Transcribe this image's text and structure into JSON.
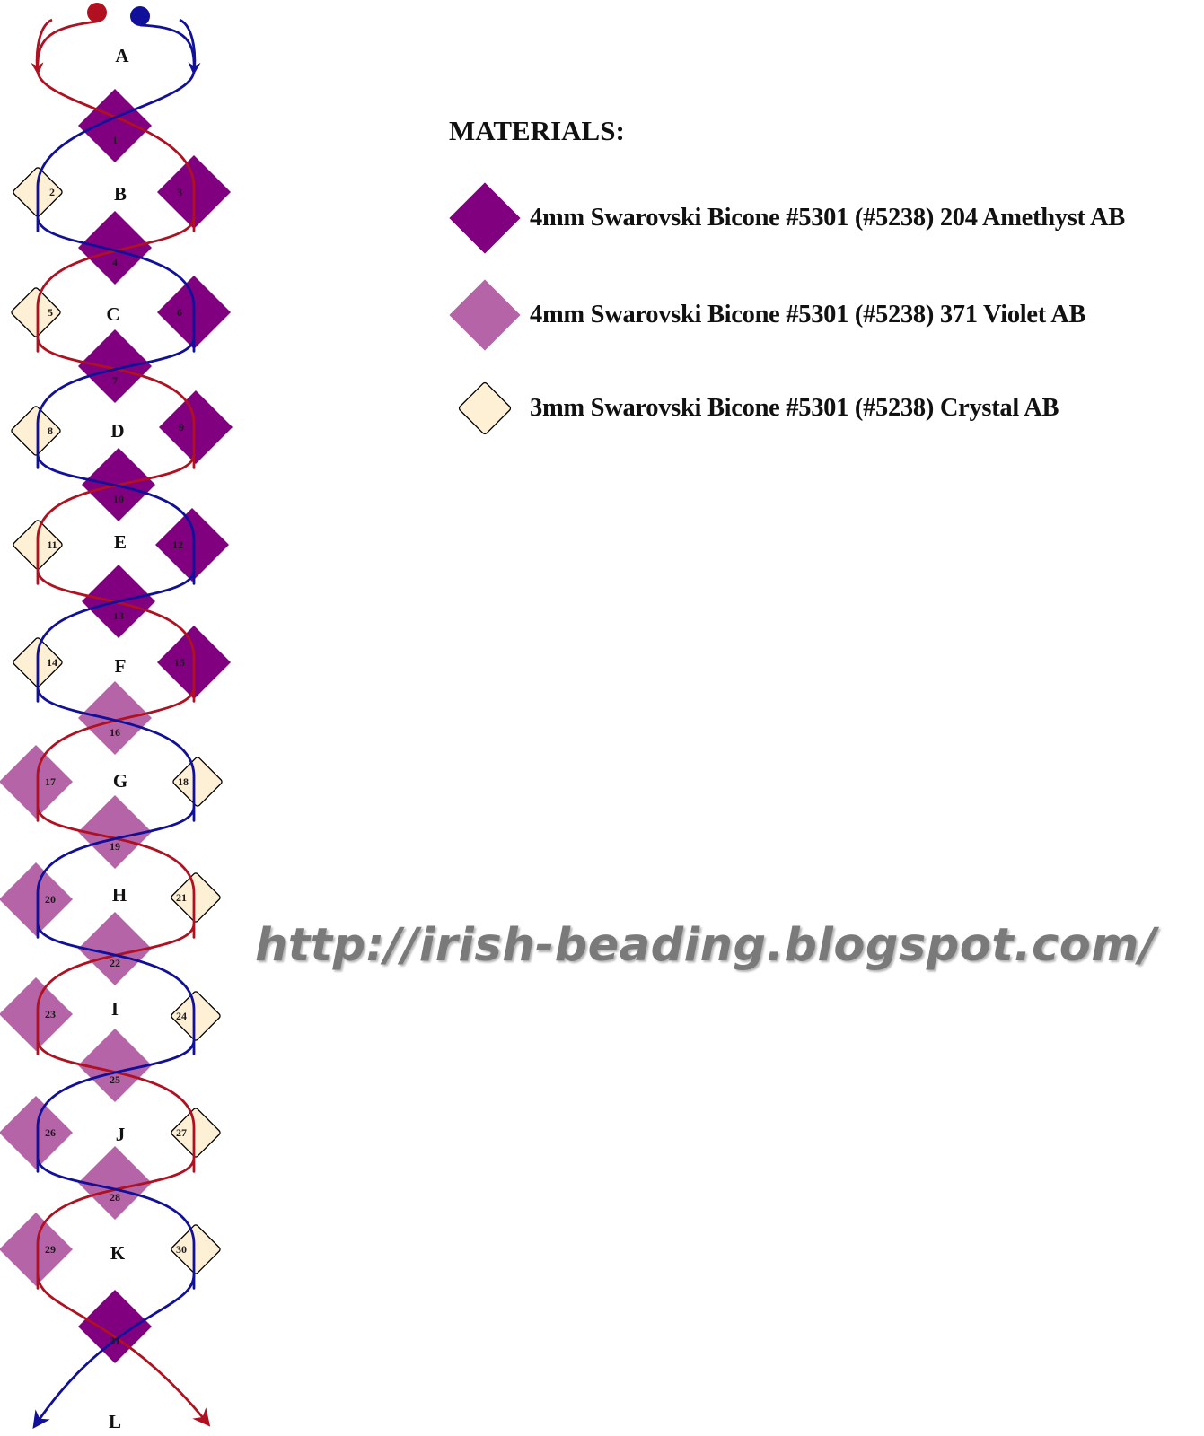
{
  "materials": {
    "title": "MATERIALS:",
    "items": [
      {
        "label": "4mm Swarovski Bicone #5301 (#5238) 204 Amethyst AB",
        "color": "#800080"
      },
      {
        "label": "4mm Swarovski Bicone #5301 (#5238) 371 Violet AB",
        "color": "#b565a7"
      },
      {
        "label": "3mm Swarovski Bicone #5301 (#5238) Crystal AB",
        "color": "#fdf0d5"
      }
    ]
  },
  "colors": {
    "red_thread": "#b01020",
    "blue_thread": "#10109a",
    "amethyst": "#800080",
    "violet": "#b565a7",
    "crystal": "#fdf0d5"
  },
  "watermark": "http://irish-beading.blogspot.com/",
  "rows": [
    "A",
    "B",
    "C",
    "D",
    "E",
    "F",
    "G",
    "H",
    "I",
    "J",
    "K",
    "L"
  ],
  "beads": [
    {
      "n": "1",
      "type": "amethyst"
    },
    {
      "n": "2",
      "type": "crystal"
    },
    {
      "n": "3",
      "type": "amethyst"
    },
    {
      "n": "4",
      "type": "amethyst"
    },
    {
      "n": "5",
      "type": "crystal"
    },
    {
      "n": "6",
      "type": "amethyst"
    },
    {
      "n": "7",
      "type": "amethyst"
    },
    {
      "n": "8",
      "type": "crystal"
    },
    {
      "n": "9",
      "type": "amethyst"
    },
    {
      "n": "10",
      "type": "amethyst"
    },
    {
      "n": "11",
      "type": "crystal"
    },
    {
      "n": "12",
      "type": "amethyst"
    },
    {
      "n": "13",
      "type": "amethyst"
    },
    {
      "n": "14",
      "type": "crystal"
    },
    {
      "n": "15",
      "type": "amethyst"
    },
    {
      "n": "16",
      "type": "violet"
    },
    {
      "n": "17",
      "type": "violet"
    },
    {
      "n": "18",
      "type": "crystal"
    },
    {
      "n": "19",
      "type": "violet"
    },
    {
      "n": "20",
      "type": "violet"
    },
    {
      "n": "21",
      "type": "crystal"
    },
    {
      "n": "22",
      "type": "violet"
    },
    {
      "n": "23",
      "type": "violet"
    },
    {
      "n": "24",
      "type": "crystal"
    },
    {
      "n": "25",
      "type": "violet"
    },
    {
      "n": "26",
      "type": "violet"
    },
    {
      "n": "27",
      "type": "crystal"
    },
    {
      "n": "28",
      "type": "violet"
    },
    {
      "n": "29",
      "type": "violet"
    },
    {
      "n": "30",
      "type": "crystal"
    },
    {
      "n": "31",
      "type": "amethyst"
    }
  ]
}
